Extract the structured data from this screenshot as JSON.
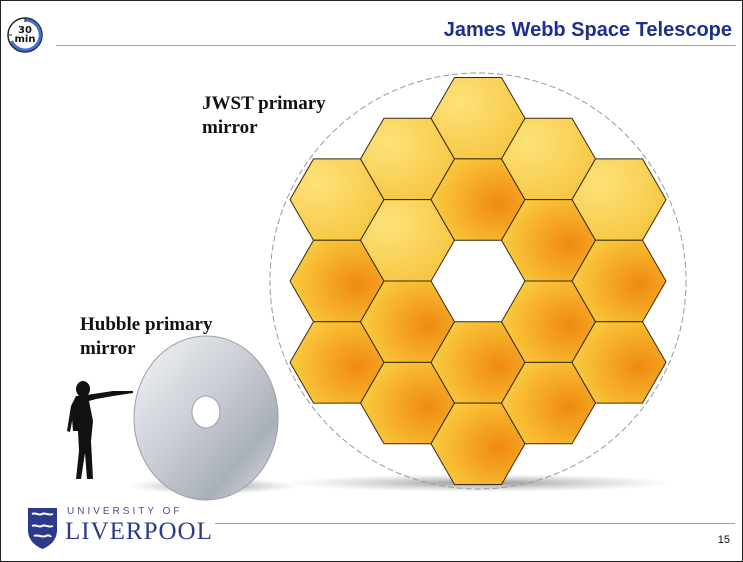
{
  "header": {
    "timer_line1": "30",
    "timer_line2": "min",
    "title": "James Webb Space Telescope"
  },
  "figure": {
    "jwst_label_line1": "JWST primary",
    "jwst_label_line2": "mirror",
    "hubble_label_line1": "Hubble primary",
    "hubble_label_line2": "mirror"
  },
  "footer": {
    "university_of": "UNIVERSITY OF",
    "university_name": "LIVERPOOL",
    "page_number": "15"
  },
  "colors": {
    "title": "#1e2f8f",
    "rule": "#c9a03a",
    "mirror_light": "#f6d24a",
    "mirror_dark": "#f08d14"
  }
}
